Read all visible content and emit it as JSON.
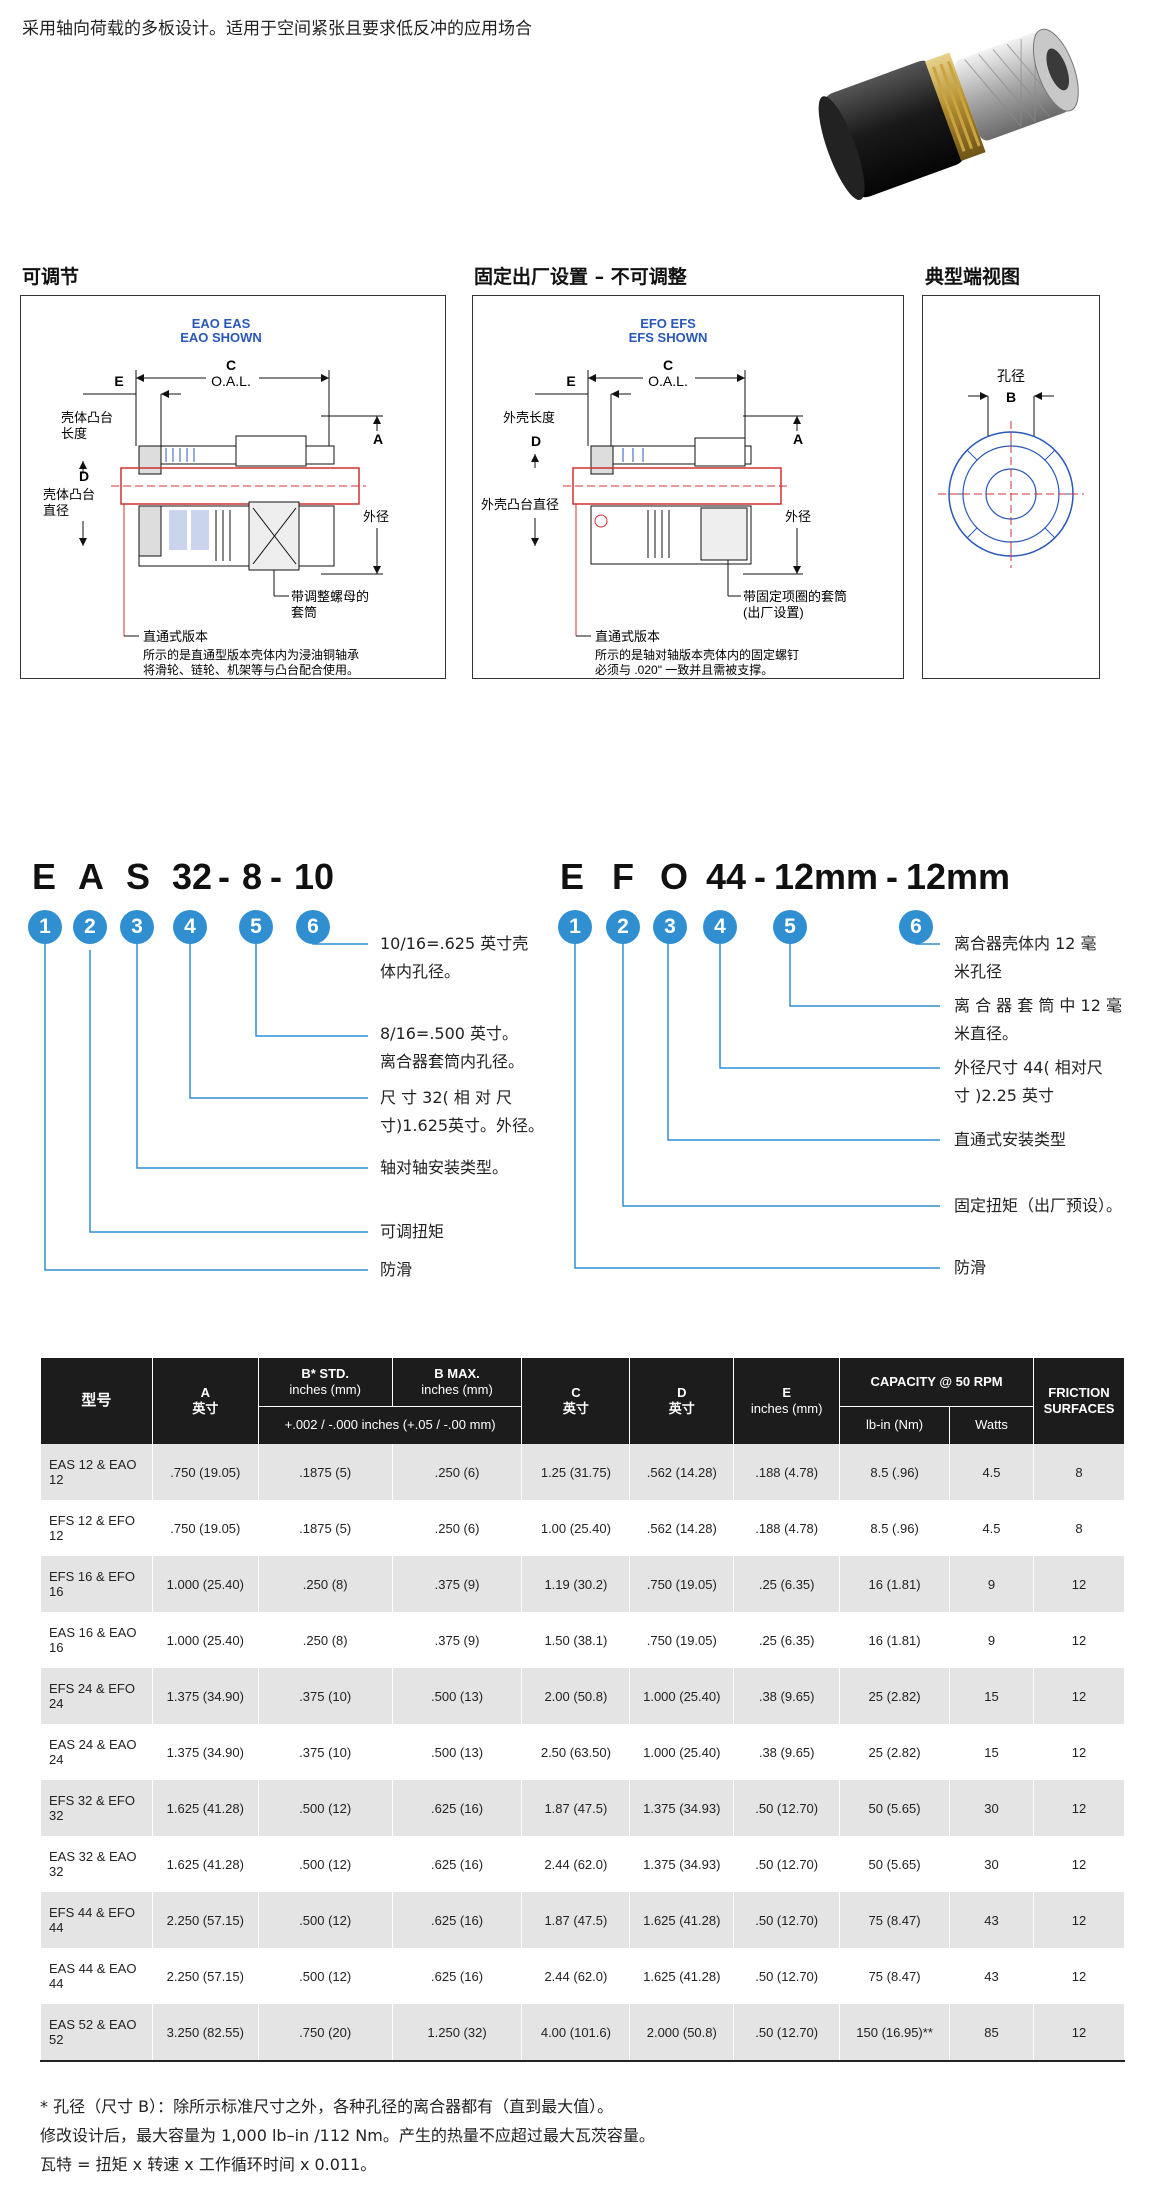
{
  "intro": "采用轴向荷载的多板设计。适用于空间紧张且要求低反冲的应用场合",
  "sections": {
    "adjustable": "可调节",
    "fixed": "固定出厂设置 – 不可调整",
    "end_view": "典型端视图"
  },
  "diagram_adjustable": {
    "model_line1": "EAO EAS",
    "model_line2": "EAO SHOWN",
    "c": "C",
    "oal": "O.A.L.",
    "e": "E",
    "boss_length_1": "壳体凸台",
    "boss_length_2": "长度",
    "d": "D",
    "boss_dia_1": "壳体凸台",
    "boss_dia_2": "直径",
    "a": "A",
    "outer_dia": "外径",
    "nut_1": "带调整螺母的",
    "nut_2": "套筒",
    "through": "直通式版本",
    "note_1": "所示的是直通型版本壳体内为浸油铜轴承",
    "note_2": "将滑轮、链轮、机架等与凸台配合使用。"
  },
  "diagram_fixed": {
    "model_line1": "EFO EFS",
    "model_line2": "EFS SHOWN",
    "c": "C",
    "oal": "O.A.L.",
    "e": "E",
    "shell_length": "外壳长度",
    "d": "D",
    "boss_dia": "外壳凸台直径",
    "a": "A",
    "outer_dia": "外径",
    "collar_1": "带固定项圈的套筒",
    "collar_2": "(出厂设置)",
    "through": "直通式版本",
    "note_1": "所示的是轴对轴版本壳体内的固定螺钉",
    "note_2": "必须与 .020\" 一致并且需被支撑。"
  },
  "diagram_end": {
    "bore": "孔径",
    "b": "B"
  },
  "code_left": {
    "letters": [
      "E",
      "A",
      "S",
      "32",
      "-",
      "8",
      "-",
      "10"
    ],
    "callouts": [
      "10/16=.625 英寸壳",
      "体内孔径。",
      "8/16=.500 英寸。",
      "离合器套筒内孔径。",
      "尺 寸 32( 相 对 尺",
      "寸)1.625英寸。外径。",
      "轴对轴安装类型。",
      "可调扭矩",
      "防滑"
    ]
  },
  "code_right": {
    "letters": [
      "E",
      "F",
      "O",
      "44",
      "-",
      "12mm",
      "-",
      "12mm"
    ],
    "callouts": [
      "离合器壳体内 12 毫",
      "米孔径",
      "离 合 器 套 筒 中 12 毫",
      "米直径。",
      "外径尺寸 44( 相对尺",
      "寸 )2.25 英寸",
      "直通式安装类型",
      "固定扭矩（出厂预设）。",
      "防滑"
    ]
  },
  "circles": [
    "1",
    "2",
    "3",
    "4",
    "5",
    "6"
  ],
  "table": {
    "headers": {
      "model": "型号",
      "a": "A",
      "a_unit": "英寸",
      "b_std": "B* STD.",
      "b_std_unit": "inches (mm)",
      "b_max": "B MAX.",
      "b_max_unit": "inches (mm)",
      "b_tol": "+.002 / -.000 inches (+.05 / -.00 mm)",
      "c": "C",
      "c_unit": "英寸",
      "d": "D",
      "d_unit": "英寸",
      "e": "E",
      "e_unit": "inches (mm)",
      "capacity": "CAPACITY @ 50 RPM",
      "lbin": "lb-in (Nm)",
      "watts": "Watts",
      "friction_1": "FRICTION",
      "friction_2": "SURFACES"
    },
    "rows": [
      [
        "EAS 12 & EAO 12",
        ".750 (19.05)",
        ".1875 (5)",
        ".250 (6)",
        "1.25 (31.75)",
        ".562 (14.28)",
        ".188 (4.78)",
        "8.5 (.96)",
        "4.5",
        "8"
      ],
      [
        "EFS 12 & EFO 12",
        ".750 (19.05)",
        ".1875 (5)",
        ".250 (6)",
        "1.00 (25.40)",
        ".562 (14.28)",
        ".188 (4.78)",
        "8.5 (.96)",
        "4.5",
        "8"
      ],
      [
        "EFS 16 & EFO 16",
        "1.000 (25.40)",
        ".250 (8)",
        ".375 (9)",
        "1.19 (30.2)",
        ".750 (19.05)",
        ".25 (6.35)",
        "16 (1.81)",
        "9",
        "12"
      ],
      [
        "EAS 16 & EAO 16",
        "1.000 (25.40)",
        ".250 (8)",
        ".375 (9)",
        "1.50 (38.1)",
        ".750 (19.05)",
        ".25 (6.35)",
        "16 (1.81)",
        "9",
        "12"
      ],
      [
        "EFS 24 & EFO 24",
        "1.375 (34.90)",
        ".375 (10)",
        ".500 (13)",
        "2.00 (50.8)",
        "1.000 (25.40)",
        ".38 (9.65)",
        "25 (2.82)",
        "15",
        "12"
      ],
      [
        "EAS 24 & EAO 24",
        "1.375 (34.90)",
        ".375 (10)",
        ".500 (13)",
        "2.50 (63.50)",
        "1.000 (25.40)",
        ".38 (9.65)",
        "25 (2.82)",
        "15",
        "12"
      ],
      [
        "EFS 32 & EFO 32",
        "1.625 (41.28)",
        ".500 (12)",
        ".625 (16)",
        "1.87 (47.5)",
        "1.375 (34.93)",
        ".50 (12.70)",
        "50 (5.65)",
        "30",
        "12"
      ],
      [
        "EAS 32 & EAO 32",
        "1.625 (41.28)",
        ".500 (12)",
        ".625 (16)",
        "2.44 (62.0)",
        "1.375 (34.93)",
        ".50 (12.70)",
        "50 (5.65)",
        "30",
        "12"
      ],
      [
        "EFS 44 & EFO 44",
        "2.250 (57.15)",
        ".500 (12)",
        ".625 (16)",
        "1.87 (47.5)",
        "1.625 (41.28)",
        ".50 (12.70)",
        "75 (8.47)",
        "43",
        "12"
      ],
      [
        "EAS 44 & EAO 44",
        "2.250 (57.15)",
        ".500 (12)",
        ".625 (16)",
        "2.44 (62.0)",
        "1.625 (41.28)",
        ".50 (12.70)",
        "75 (8.47)",
        "43",
        "12"
      ],
      [
        "EAS 52 & EAO 52",
        "3.250 (82.55)",
        ".750 (20)",
        "1.250 (32)",
        "4.00 (101.6)",
        "2.000 (50.8)",
        ".50 (12.70)",
        "150 (16.95)**",
        "85",
        "12"
      ]
    ]
  },
  "notes": [
    "* 孔径（尺寸 B）：除所示标准尺寸之外，各种孔径的离合器都有（直到最大值）。",
    "修改设计后，最大容量为 1,000 lb–in /112 Nm。产生的热量不应超过最大瓦茨容量。",
    "瓦特 = 扭矩 x 转速 x 工作循环时间 x 0.011。"
  ],
  "colors": {
    "circle_blue": "#2f8fd0",
    "diagram_blue": "#2a58b8",
    "diagram_red": "#d23030",
    "table_header": "#1c1c1c",
    "row_shade": "#e4e4e4"
  }
}
